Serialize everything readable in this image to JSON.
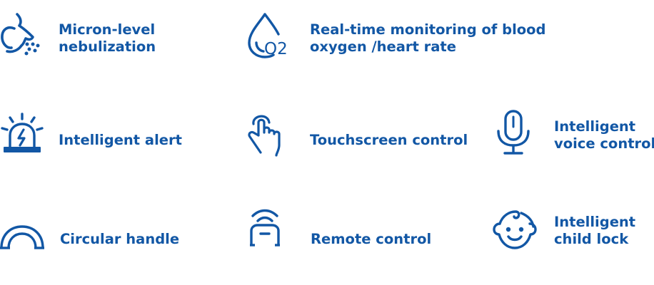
{
  "colors": {
    "accent": "#1257a5",
    "background": "#ffffff"
  },
  "features": [
    {
      "icon": "nose-mist-icon",
      "lines": [
        "Micron-level",
        "nebulization"
      ]
    },
    {
      "icon": "drop-o2-icon",
      "lines": [
        "Real-time monitoring of blood",
        "oxygen /heart rate"
      ]
    },
    {
      "icon": "alarm-light-icon",
      "lines": [
        "Intelligent alert"
      ]
    },
    {
      "icon": "touch-hand-icon",
      "lines": [
        "Touchscreen control"
      ]
    },
    {
      "icon": "microphone-icon",
      "lines": [
        "Intelligent",
        "voice control"
      ]
    },
    {
      "icon": "arch-handle-icon",
      "lines": [
        "Circular handle"
      ]
    },
    {
      "icon": "remote-signal-icon",
      "lines": [
        "Remote control"
      ]
    },
    {
      "icon": "child-face-icon",
      "lines": [
        "Intelligent",
        "child lock"
      ]
    }
  ],
  "o2_text": "O2"
}
